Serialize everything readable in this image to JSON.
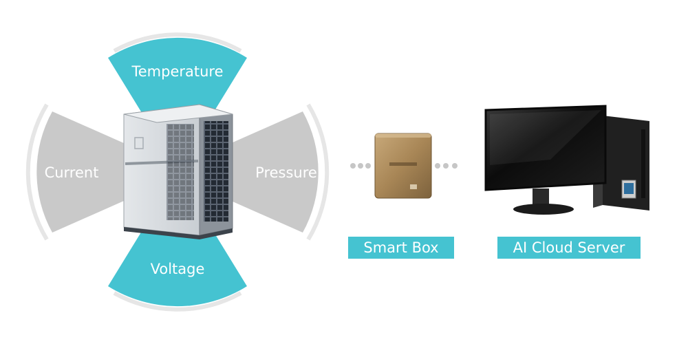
{
  "sectors": {
    "temperature": "Temperature",
    "current": "Current",
    "pressure": "Pressure",
    "voltage": "Voltage"
  },
  "labels": {
    "smart_box": "Smart Box",
    "cloud_server": "AI Cloud Server"
  },
  "colors": {
    "accent": "#45c3d1",
    "sector_grey": "#c9c9c9",
    "arc_grey": "#e6e6e6"
  },
  "icons": {
    "unit": "outdoor-ac-unit-icon",
    "box": "smart-box-icon",
    "computer": "desktop-computer-icon"
  }
}
